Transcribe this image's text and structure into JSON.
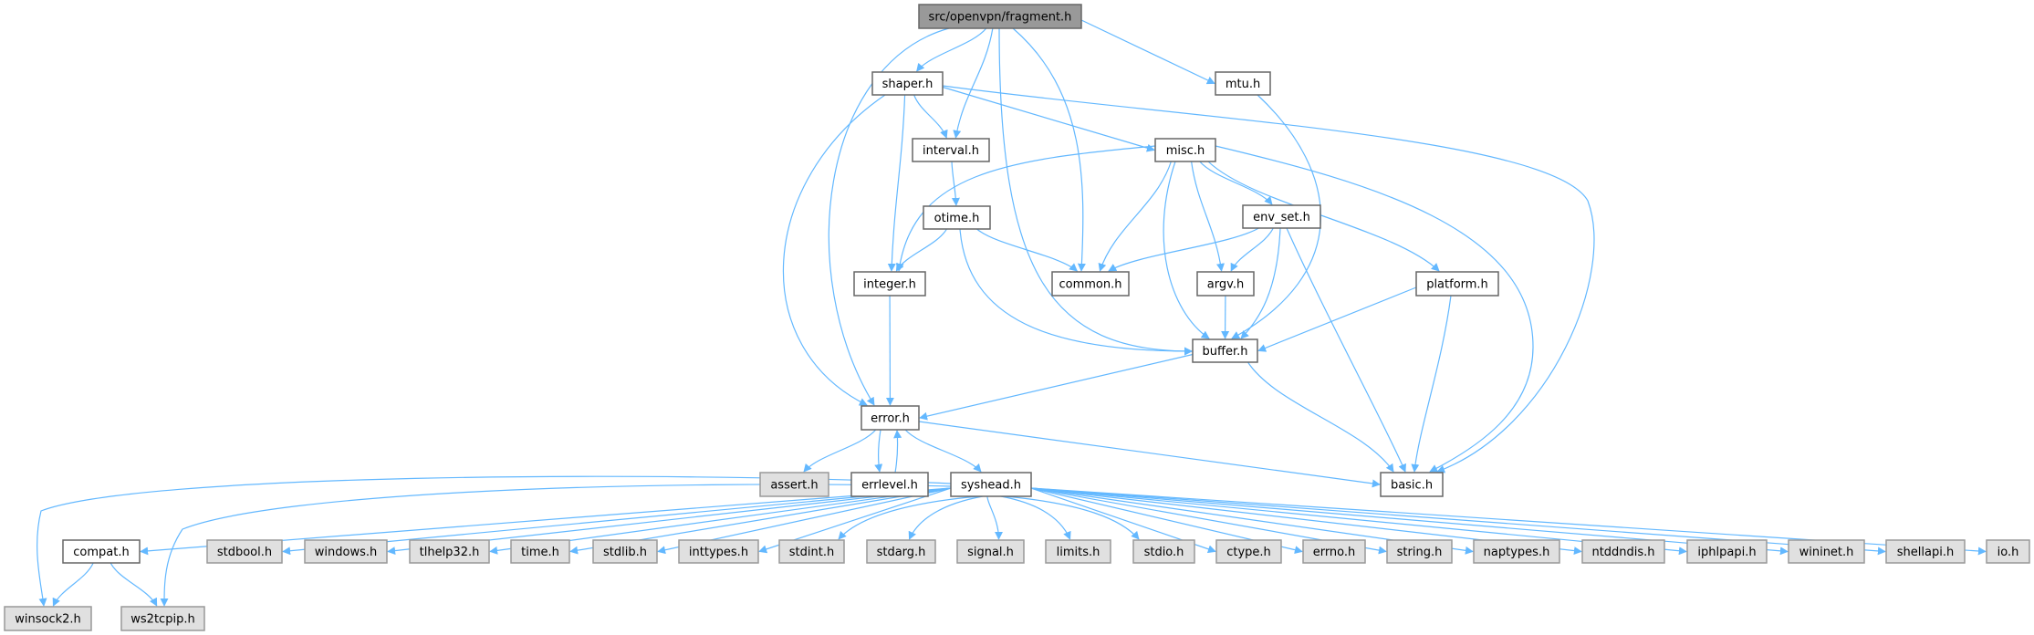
{
  "graph": {
    "edge_color": "#63b8ff",
    "nodes": {
      "fragment": {
        "label": "src/openvpn/fragment.h",
        "kind": "root"
      },
      "shaper": {
        "label": "shaper.h",
        "kind": "internal"
      },
      "mtu": {
        "label": "mtu.h",
        "kind": "internal"
      },
      "interval": {
        "label": "interval.h",
        "kind": "internal"
      },
      "misc": {
        "label": "misc.h",
        "kind": "internal"
      },
      "otime": {
        "label": "otime.h",
        "kind": "internal"
      },
      "env_set": {
        "label": "env_set.h",
        "kind": "internal"
      },
      "integer": {
        "label": "integer.h",
        "kind": "internal"
      },
      "common": {
        "label": "common.h",
        "kind": "internal"
      },
      "argv": {
        "label": "argv.h",
        "kind": "internal"
      },
      "platform": {
        "label": "platform.h",
        "kind": "internal"
      },
      "buffer": {
        "label": "buffer.h",
        "kind": "internal"
      },
      "error": {
        "label": "error.h",
        "kind": "internal"
      },
      "assert": {
        "label": "assert.h",
        "kind": "external"
      },
      "errlevel": {
        "label": "errlevel.h",
        "kind": "internal"
      },
      "syshead": {
        "label": "syshead.h",
        "kind": "internal"
      },
      "basic": {
        "label": "basic.h",
        "kind": "internal"
      },
      "compat": {
        "label": "compat.h",
        "kind": "internal"
      },
      "stdbool": {
        "label": "stdbool.h",
        "kind": "external"
      },
      "windows": {
        "label": "windows.h",
        "kind": "external"
      },
      "tlhelp32": {
        "label": "tlhelp32.h",
        "kind": "external"
      },
      "time": {
        "label": "time.h",
        "kind": "external"
      },
      "stdlib": {
        "label": "stdlib.h",
        "kind": "external"
      },
      "inttypes": {
        "label": "inttypes.h",
        "kind": "external"
      },
      "stdint": {
        "label": "stdint.h",
        "kind": "external"
      },
      "stdarg": {
        "label": "stdarg.h",
        "kind": "external"
      },
      "signal": {
        "label": "signal.h",
        "kind": "external"
      },
      "limits": {
        "label": "limits.h",
        "kind": "external"
      },
      "stdio": {
        "label": "stdio.h",
        "kind": "external"
      },
      "ctype": {
        "label": "ctype.h",
        "kind": "external"
      },
      "errno": {
        "label": "errno.h",
        "kind": "external"
      },
      "string": {
        "label": "string.h",
        "kind": "external"
      },
      "naptypes": {
        "label": "naptypes.h",
        "kind": "external"
      },
      "ntddndis": {
        "label": "ntddndis.h",
        "kind": "external"
      },
      "iphlpapi": {
        "label": "iphlpapi.h",
        "kind": "external"
      },
      "wininet": {
        "label": "wininet.h",
        "kind": "external"
      },
      "shellapi": {
        "label": "shellapi.h",
        "kind": "external"
      },
      "io": {
        "label": "io.h",
        "kind": "external"
      },
      "winsock2": {
        "label": "winsock2.h",
        "kind": "external"
      },
      "ws2tcpip": {
        "label": "ws2tcpip.h",
        "kind": "external"
      }
    }
  }
}
